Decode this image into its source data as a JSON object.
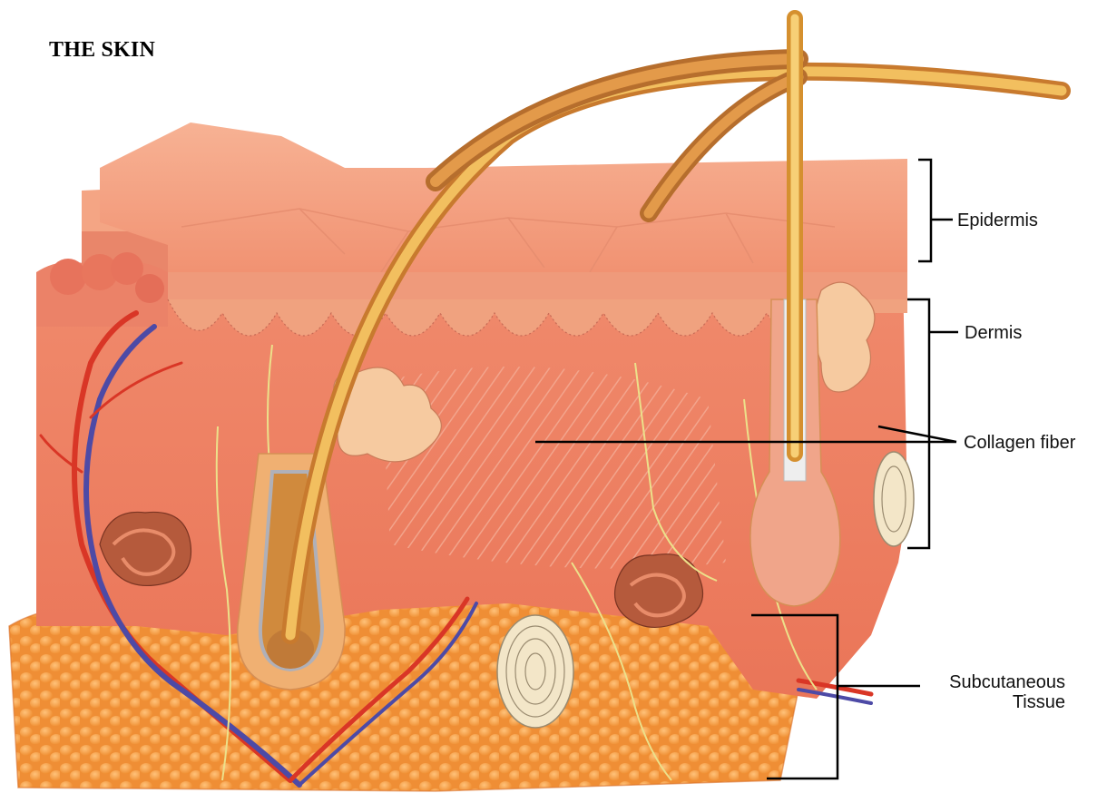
{
  "title": "THE SKIN",
  "labels": {
    "epidermis": "Epidermis",
    "dermis": "Dermis",
    "collagen_fiber": "Collagen fiber",
    "subcutaneous_line1": "Subcutaneous",
    "subcutaneous_line2": "Tissue"
  },
  "colors": {
    "epidermis": "#f3a07c",
    "dermis": "#ee7e60",
    "subcutaneous_fat": "#f3922e",
    "hair": "#e8a443",
    "artery": "#d93626",
    "vein": "#4d4aa6",
    "nerve": "#ece08a",
    "leader_line": "#000000"
  }
}
